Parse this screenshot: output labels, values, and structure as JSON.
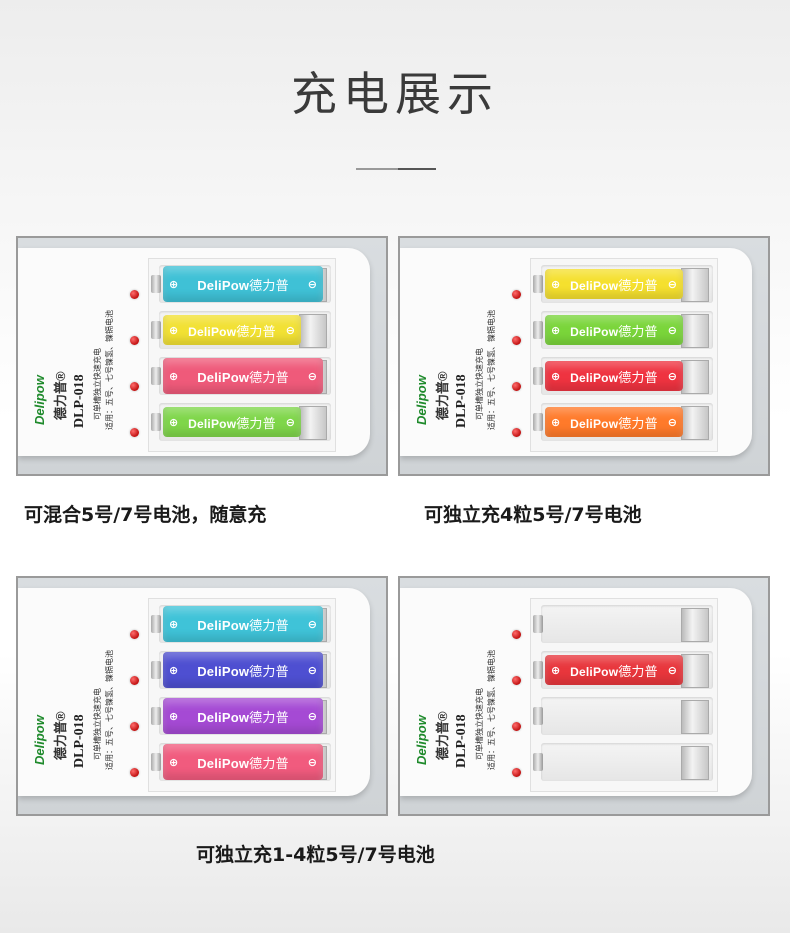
{
  "title": "充电展示",
  "captions": {
    "c1": "可混合5号/7号电池，随意充",
    "c2": "可独立充4粒5号/7号电池",
    "c3": "可独立充1-4粒5号/7号电池"
  },
  "charger": {
    "brand_logo": "Delipow",
    "brand_cn": "德力普®",
    "model": "DLP-018",
    "desc1": "可单槽独立快速充电",
    "desc2": "适用：五号、七号镍氢、镍镉电池"
  },
  "battery_label": {
    "brand": "DeliPow",
    "cn": "德力普",
    "plus": "⊕",
    "minus": "⊖"
  },
  "panels": [
    {
      "batteries": [
        {
          "color": "#3fc1d6",
          "size": "aa"
        },
        {
          "color": "#f2e133",
          "size": "aaa"
        },
        {
          "color": "#ef5a7a",
          "size": "aa"
        },
        {
          "color": "#7fd64a",
          "size": "aaa"
        }
      ]
    },
    {
      "batteries": [
        {
          "color": "#f5e02e",
          "size": "aaa"
        },
        {
          "color": "#7ad53a",
          "size": "aaa"
        },
        {
          "color": "#ef3340",
          "size": "aaa"
        },
        {
          "color": "#ff7a2a",
          "size": "aaa"
        }
      ]
    },
    {
      "batteries": [
        {
          "color": "#3fc3d8",
          "size": "aa"
        },
        {
          "color": "#4e4fd1",
          "size": "aa"
        },
        {
          "color": "#a54ad4",
          "size": "aa"
        },
        {
          "color": "#f15b7e",
          "size": "aa"
        }
      ]
    },
    {
      "batteries": [
        null,
        {
          "color": "#e8363c",
          "size": "aaa"
        },
        null,
        null
      ]
    }
  ]
}
